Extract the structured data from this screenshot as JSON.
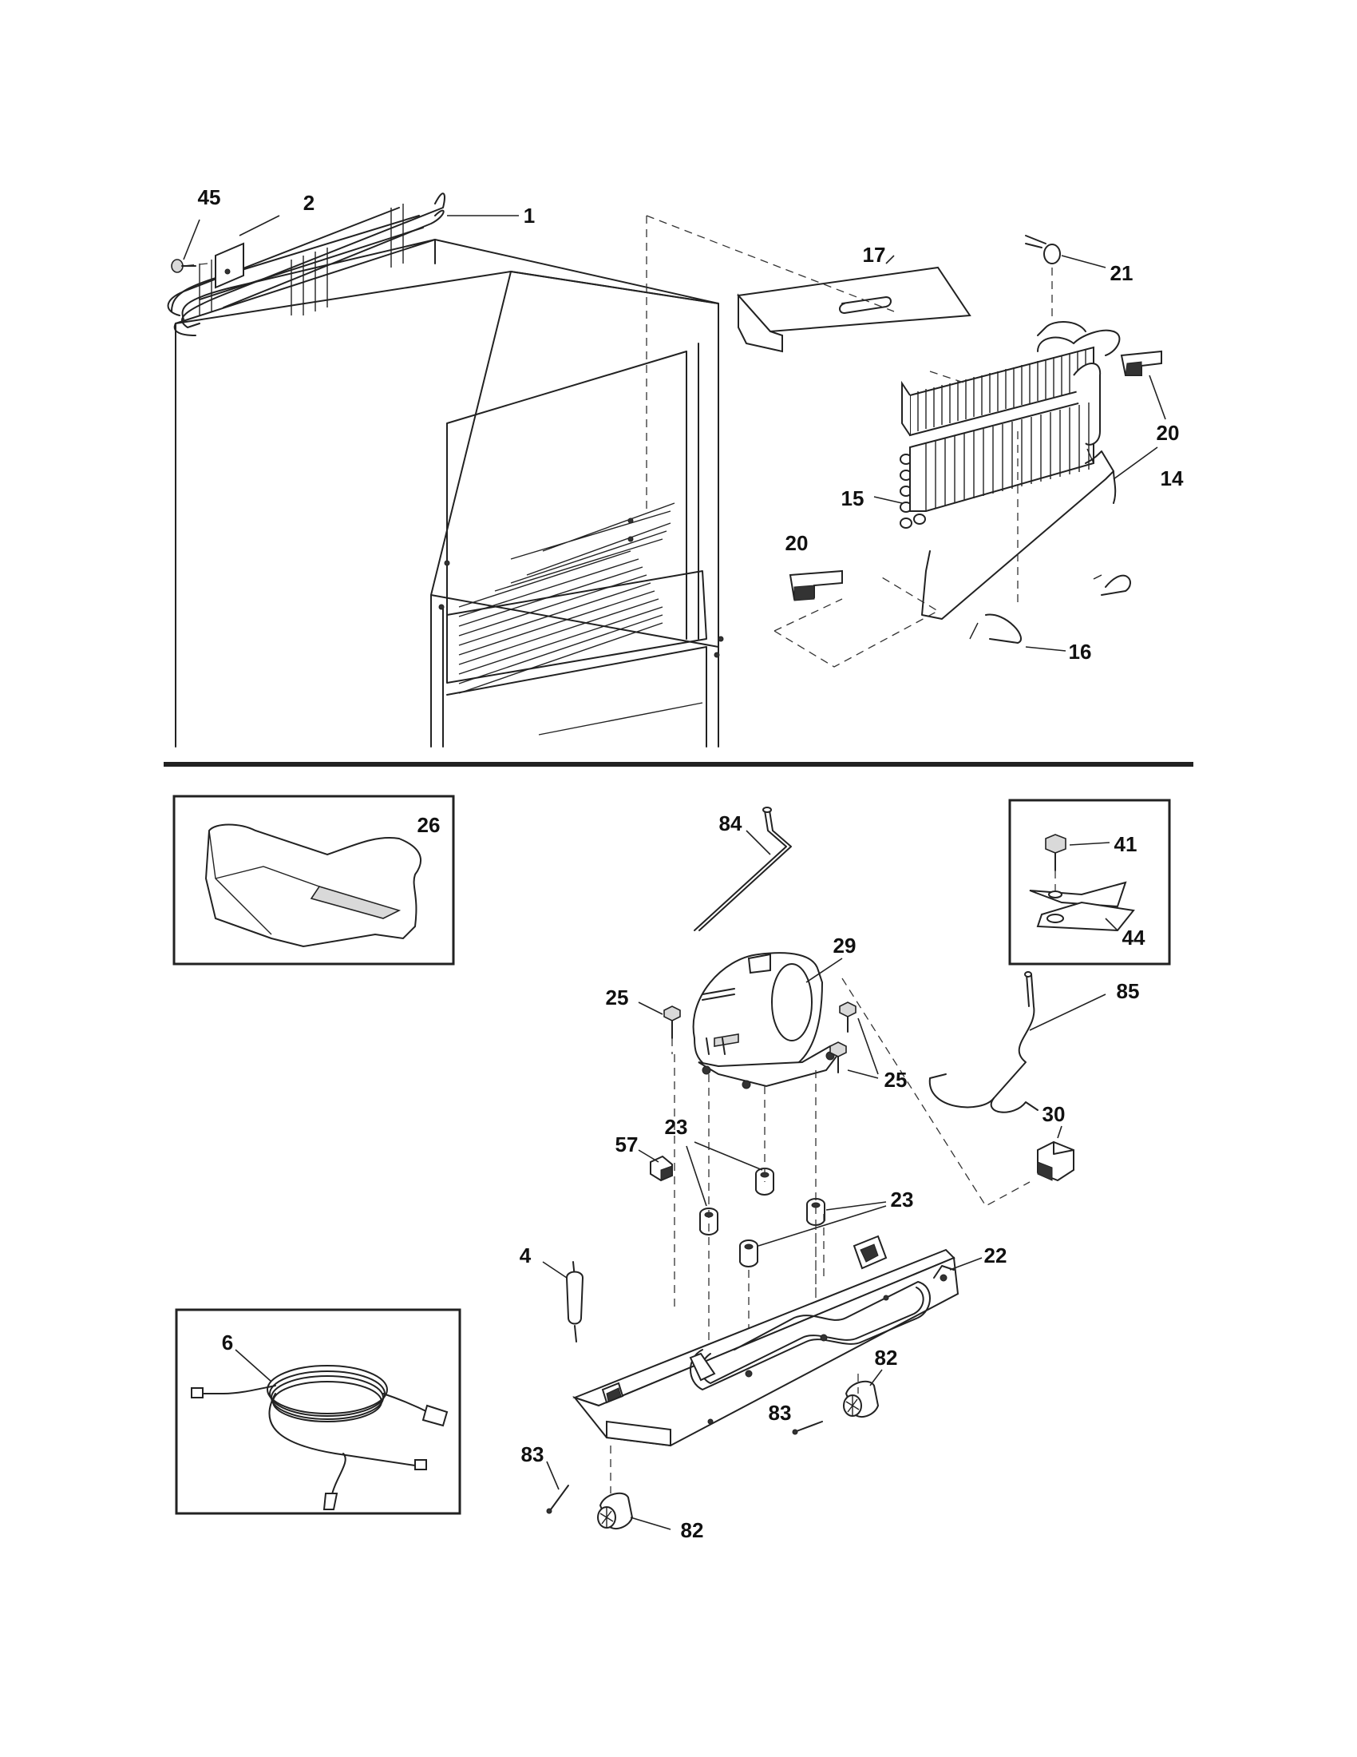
{
  "labels": {
    "p1": "1",
    "p2": "2",
    "p4": "4",
    "p6": "6",
    "p14": "14",
    "p15": "15",
    "p16": "16",
    "p17": "17",
    "p20a": "20",
    "p20b": "20",
    "p21": "21",
    "p22": "22",
    "p23a": "23",
    "p23b": "23",
    "p25a": "25",
    "p25b": "25",
    "p26": "26",
    "p29": "29",
    "p30": "30",
    "p41": "41",
    "p44": "44",
    "p45": "45",
    "p57": "57",
    "p82a": "82",
    "p82b": "82",
    "p83a": "83",
    "p83b": "83",
    "p84": "84",
    "p85": "85"
  }
}
